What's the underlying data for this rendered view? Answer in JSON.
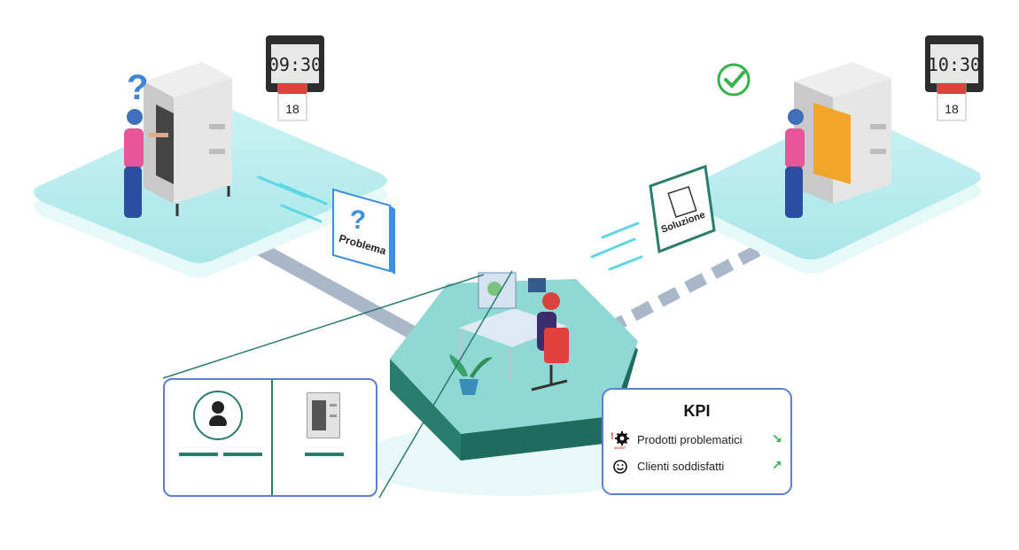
{
  "left_clock": {
    "time": "09:30",
    "day": "18"
  },
  "right_clock": {
    "time": "10:30",
    "day": "18"
  },
  "problem_card": {
    "symbol": "?",
    "label": "Problema"
  },
  "solution_card": {
    "label": "Soluzione"
  },
  "kpi_panel": {
    "title": "KPI",
    "items": [
      {
        "label": "Prodotti problematici",
        "badge": "ALERT",
        "icon": "gear-alert-icon",
        "trend": "down",
        "trend_color": "#2fae4e"
      },
      {
        "label": "Clienti soddisfatti",
        "icon": "smiley-icon",
        "trend": "up",
        "trend_color": "#2fae4e"
      }
    ]
  },
  "profile_panel": {
    "user_icon": "user-icon",
    "product_icon": "oven-icon"
  },
  "colors": {
    "platform": "#bdeef0",
    "hub_top": "#8fd8d4",
    "hub_side": "#1f6b5e",
    "accent_green": "#2f8f6e",
    "panel_border": "#5b7fd6",
    "check": "#36b24a"
  }
}
